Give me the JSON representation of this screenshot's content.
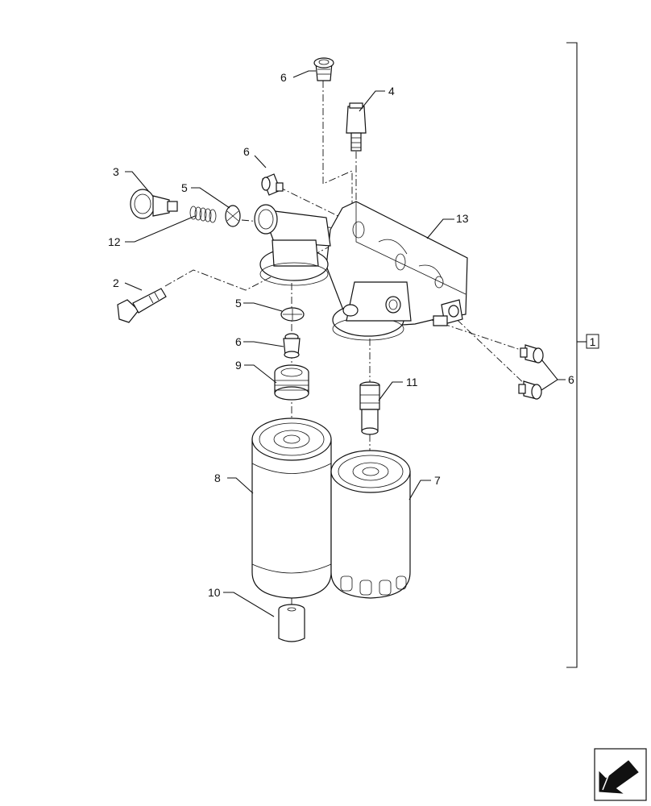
{
  "callouts": {
    "c1": "1",
    "c2": "2",
    "c3": "3",
    "c4": "4",
    "c5a": "5",
    "c5b": "5",
    "c6a": "6",
    "c6b": "6",
    "c6c": "6",
    "c6d": "6",
    "c7": "7",
    "c8": "8",
    "c9": "9",
    "c10": "10",
    "c11": "11",
    "c12": "12",
    "c13": "13"
  },
  "icons": {
    "corner": "next-page-arrow-icon"
  }
}
